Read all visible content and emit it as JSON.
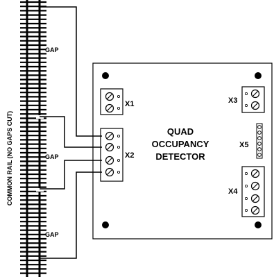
{
  "title_lines": [
    "QUAD",
    "OCCUPANCY",
    "DETECTOR"
  ],
  "side_label": "COMMON RAIL (NO GAPS CUT)",
  "gap_labels": [
    "GAP",
    "GAP",
    "GAP"
  ],
  "connectors": {
    "x1": "X1",
    "x2": "X2",
    "x3": "X3",
    "x4": "X4",
    "x5": "X5"
  },
  "colors": {
    "line": "#000000",
    "background": "#ffffff"
  }
}
